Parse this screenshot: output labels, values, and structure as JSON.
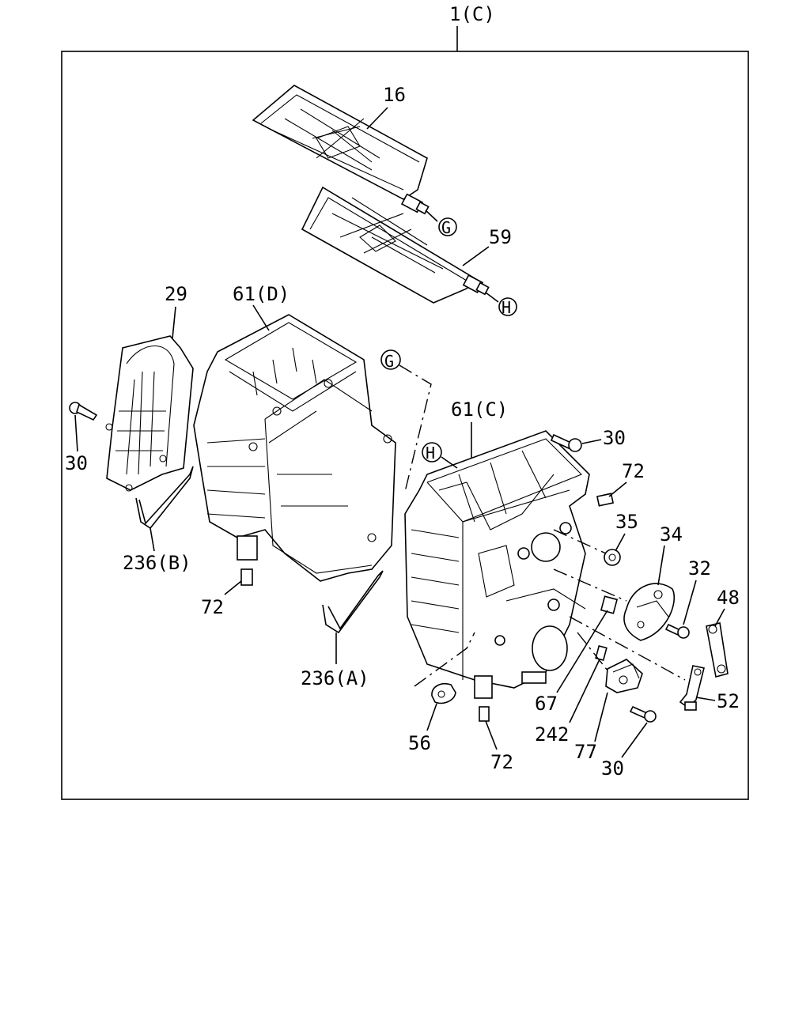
{
  "diagram": {
    "assembly_label": "1(C)",
    "callouts": {
      "c16": "16",
      "c59": "59",
      "c29": "29",
      "c61d": "61(D)",
      "c61c": "61(C)",
      "c30a": "30",
      "c30b": "30",
      "c30c": "30",
      "c236b": "236(B)",
      "c236a": "236(A)",
      "c72a": "72",
      "c72b": "72",
      "c72c": "72",
      "c35": "35",
      "c34": "34",
      "c32": "32",
      "c48": "48",
      "c52": "52",
      "c67": "67",
      "c242": "242",
      "c77": "77",
      "c56": "56"
    },
    "markers": {
      "g1": "G",
      "h1": "H",
      "g2": "G",
      "h2": "H"
    }
  }
}
